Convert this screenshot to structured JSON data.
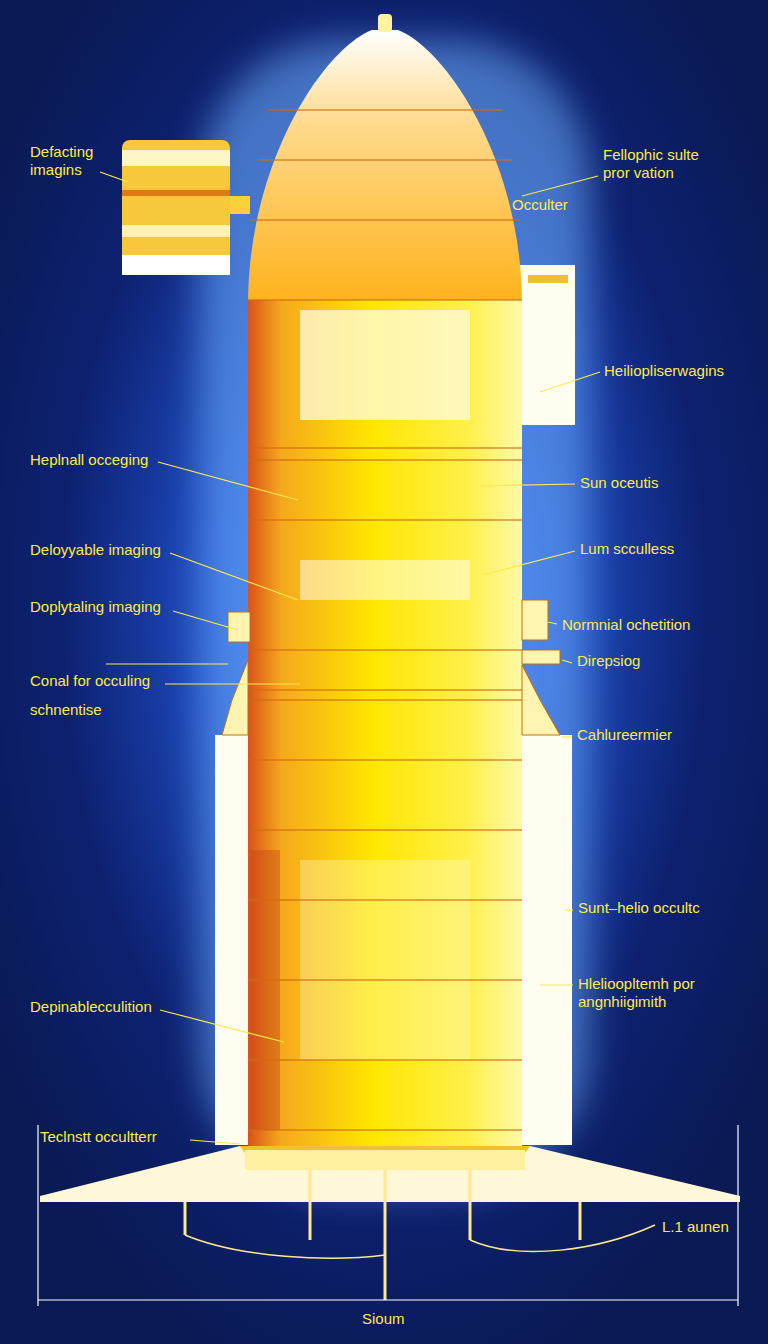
{
  "diagram": {
    "labels": [
      "Defacting imagins",
      "Fellophic sulte pror vation",
      "Occulter",
      "Heiliopliserwagins",
      "Heplnall occeging",
      "Sun oceutis",
      "Deloyyable imaging",
      "Lum scculless",
      "Doplytaling imaging",
      "Normnial ochetition",
      "Direpsiog",
      "Conal for occuling",
      "schnentise",
      "Cahlureermier",
      "Sunt–helio occultc",
      "Hlelioopltemh por angnhiigimith",
      "Depinablecculition",
      "Teclnstt occultterr",
      "L.1 aunen",
      "Sioum"
    ]
  }
}
